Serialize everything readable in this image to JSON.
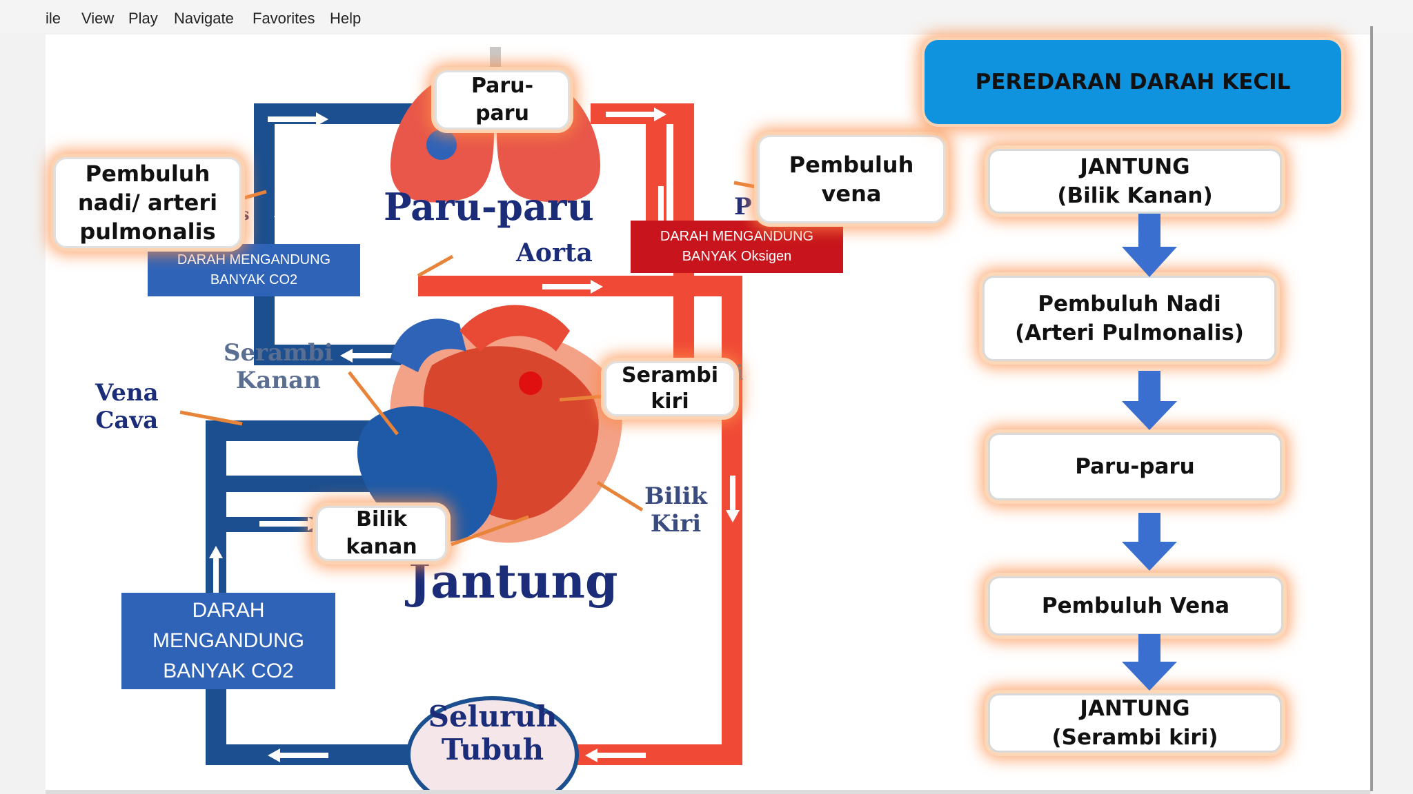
{
  "menu": {
    "items": [
      "ile",
      "View",
      "Play",
      "Navigate",
      "Favorites",
      "Help"
    ]
  },
  "diagram": {
    "lung_label": "Paru-\nparu",
    "lung_title": "Paru-paru",
    "artery_label": "Pembuluh\nnadi/ arteri\npulmonalis",
    "vein_label": "Pembuluh\nvena",
    "co2_top": "DARAH MENGANDUNG\nBANYAK CO2",
    "o2_top": "DARAH MENGANDUNG\nBANYAK Oksigen",
    "aorta": "Aorta",
    "right_atrium": "Serambi\nKanan",
    "vena_cava": "Vena\nCava",
    "left_atrium_label": "Serambi\nkiri",
    "right_ventricle_label": "Bilik\nkanan",
    "left_ventricle": "Bilik\nKiri",
    "heart_title": "Jantung",
    "co2_bottom": "DARAH\nMENGANDUNG\nBANYAK CO2",
    "body": "Seluruh\nTubuh",
    "partial_p": "P",
    "partial_i": "i",
    "partial_s": "s"
  },
  "flowchart": {
    "title": "PEREDARAN DARAH KECIL",
    "steps": [
      "JANTUNG\n(Bilik Kanan)",
      "Pembuluh Nadi\n(Arteri Pulmonalis)",
      "Paru-paru",
      "Pembuluh Vena",
      "JANTUNG\n(Serambi kiri)"
    ]
  },
  "colors": {
    "blue_vessel": "#1c4f8f",
    "red_vessel": "#f04a36",
    "co2_box": "#2f63b8",
    "o2_box": "#c8141c",
    "title_box": "#0f93df",
    "flow_arrow": "#3a6fd0"
  }
}
